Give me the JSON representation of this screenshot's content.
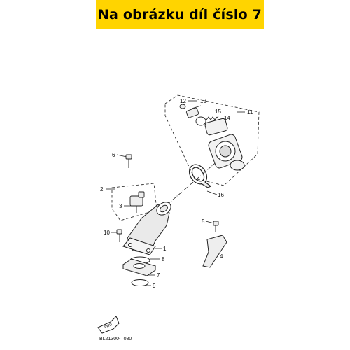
{
  "banner": {
    "text": "Na obrázku díl číslo 7",
    "color": "#ffd400"
  },
  "callouts": [
    {
      "id": "c1",
      "text": "1"
    },
    {
      "id": "c2",
      "text": "2"
    },
    {
      "id": "c3",
      "text": "3"
    },
    {
      "id": "c4",
      "text": "4"
    },
    {
      "id": "c5",
      "text": "5"
    },
    {
      "id": "c6",
      "text": "6"
    },
    {
      "id": "c7",
      "text": "7"
    },
    {
      "id": "c8",
      "text": "8"
    },
    {
      "id": "c9",
      "text": "9"
    },
    {
      "id": "c10",
      "text": "10"
    },
    {
      "id": "c11",
      "text": "11"
    },
    {
      "id": "c12",
      "text": "12"
    },
    {
      "id": "c13",
      "text": "13"
    },
    {
      "id": "c14",
      "text": "14"
    },
    {
      "id": "c15",
      "text": "15"
    },
    {
      "id": "c16",
      "text": "16"
    }
  ],
  "diagram_code": "BL21300-T080",
  "front_mark": "FWD"
}
